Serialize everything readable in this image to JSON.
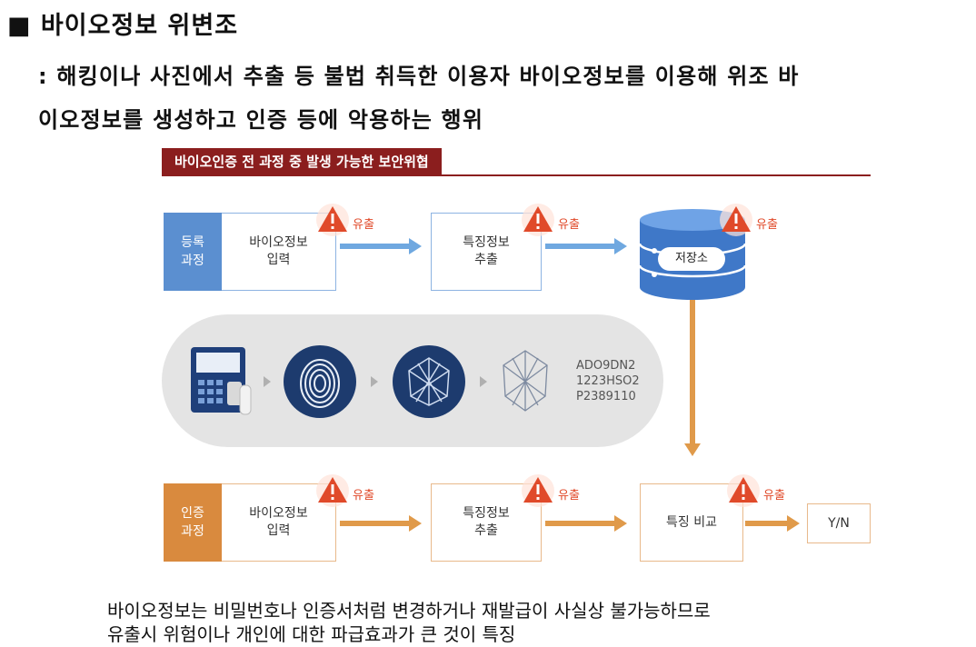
{
  "heading": "■ 바이오정보 위변조",
  "description": {
    "line1": ": 해킹이나 사진에서 추출 등 불법 취득한 이용자 바이오정보를 이용해 위조 바",
    "line2": "이오정보를 생성하고 인증 등에 악용하는 행위"
  },
  "diagram": {
    "banner": "바이오인증 전 과정 중 발생 가능한 보안위협",
    "leak_label": "유출",
    "registration": {
      "process_line1": "등록",
      "process_line2": "과정",
      "step1_line1": "바이오정보",
      "step1_line2": "입력",
      "step2_line1": "특징정보",
      "step2_line2": "추출",
      "storage": "저장소"
    },
    "flow": {
      "code_line1": "ADO9DN2",
      "code_line2": "1223HSO2",
      "code_line3": "P2389110"
    },
    "authentication": {
      "process_line1": "인증",
      "process_line2": "과정",
      "step1_line1": "바이오정보",
      "step1_line2": "입력",
      "step2_line1": "특징정보",
      "step2_line2": "추출",
      "compare": "특징 비교",
      "result": "Y/N"
    },
    "colors": {
      "banner": "#8b1e1e",
      "blue": "#5b8fd0",
      "orange": "#d98a3e",
      "warning": "#e04a2a"
    }
  },
  "footer": {
    "line1": "바이오정보는 비밀번호나 인증서처럼 변경하거나 재발급이 사실상 불가능하므로",
    "line2": "유출시 위험이나 개인에 대한 파급효과가 큰 것이 특징"
  }
}
